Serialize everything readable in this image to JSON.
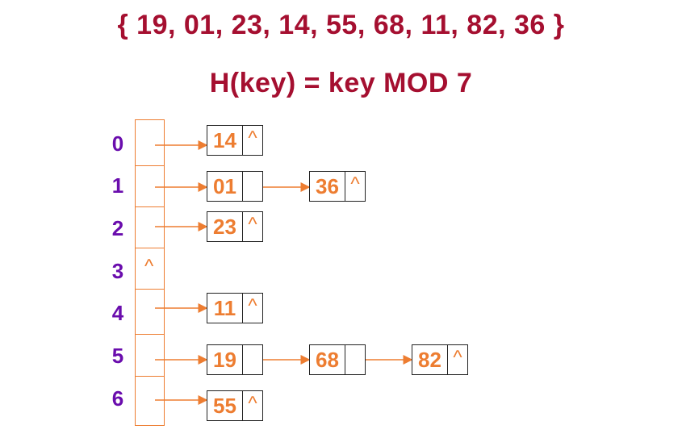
{
  "key_set": "{ 19, 01, 23, 14, 55, 68, 11, 82, 36 }",
  "hash_function": "H(key) = key MOD 7",
  "null_symbol": "^",
  "colors": {
    "title": "#a50f30",
    "index": "#6a0dad",
    "node_value": "#ed7d31",
    "arrow": "#ed7d31"
  },
  "buckets": [
    {
      "index": "0",
      "chain": [
        "14"
      ]
    },
    {
      "index": "1",
      "chain": [
        "01",
        "36"
      ]
    },
    {
      "index": "2",
      "chain": [
        "23"
      ]
    },
    {
      "index": "3",
      "chain": []
    },
    {
      "index": "4",
      "chain": [
        "11"
      ]
    },
    {
      "index": "5",
      "chain": [
        "19",
        "68",
        "82"
      ]
    },
    {
      "index": "6",
      "chain": [
        "55"
      ]
    }
  ]
}
